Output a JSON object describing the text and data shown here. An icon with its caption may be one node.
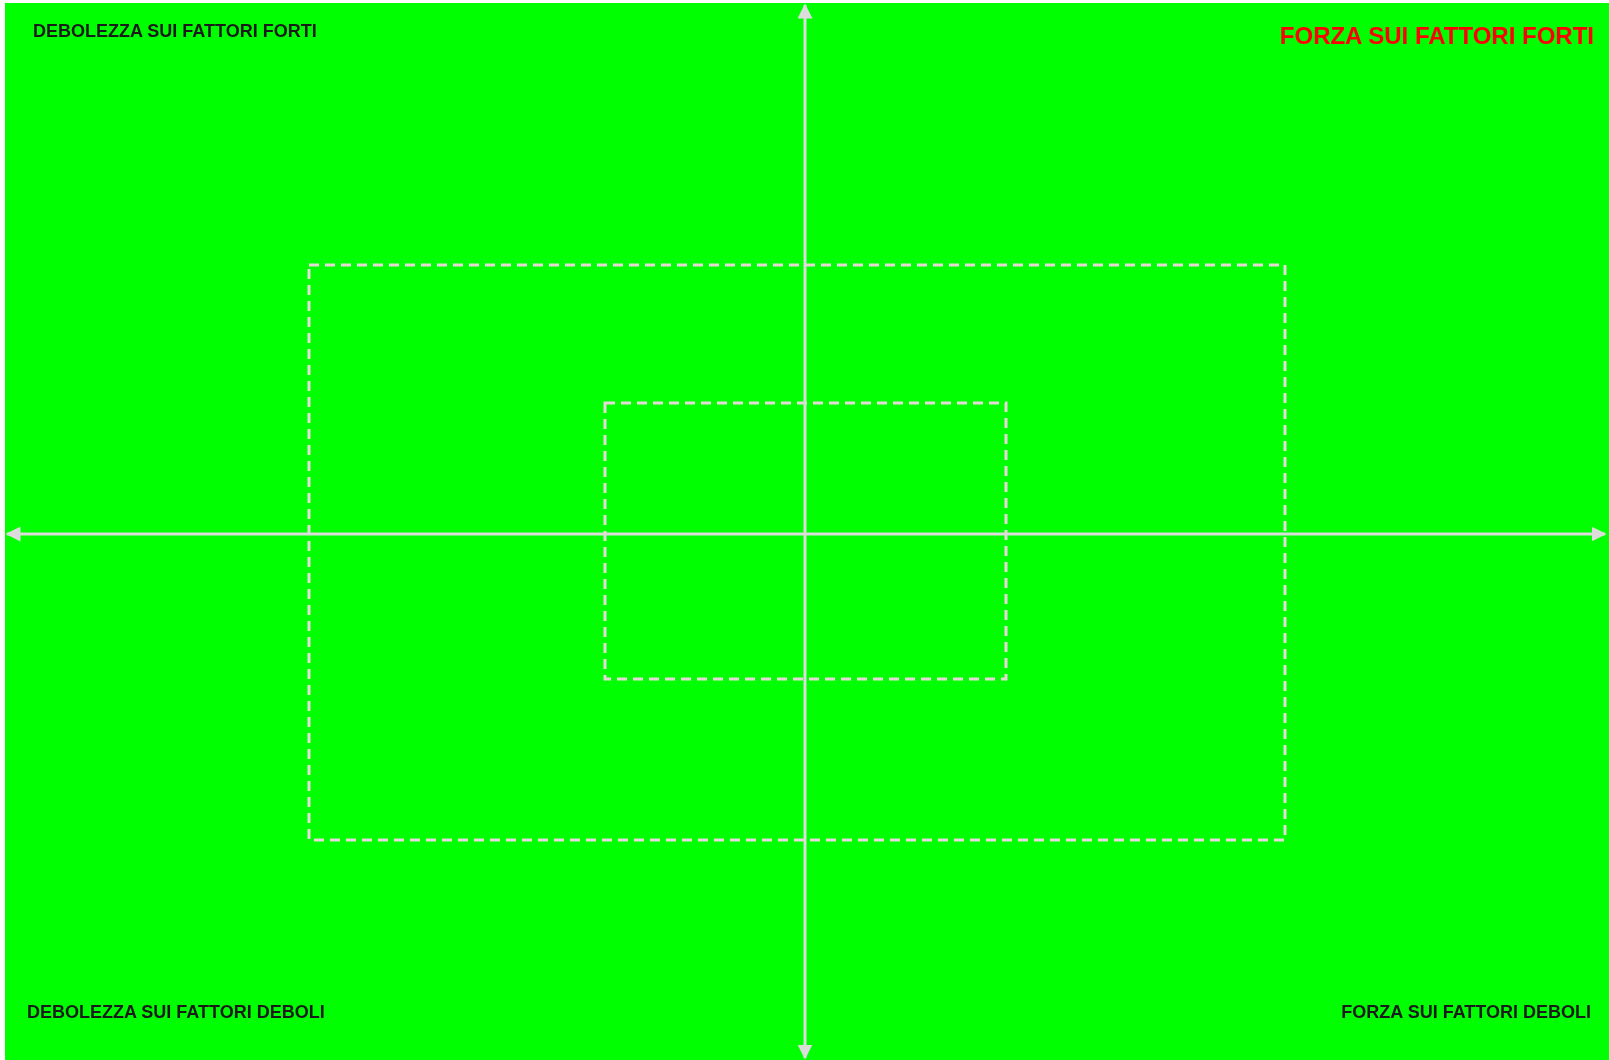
{
  "diagram": {
    "labels": [
      "DEBOLEZZA SUI FATTORI FORTI",
      "FORZA SUI FATTORI FORTI",
      "DEBOLEZZA SUI FATTORI DEBOLI",
      "FORZA SUI FATTORI DEBOLI"
    ]
  }
}
